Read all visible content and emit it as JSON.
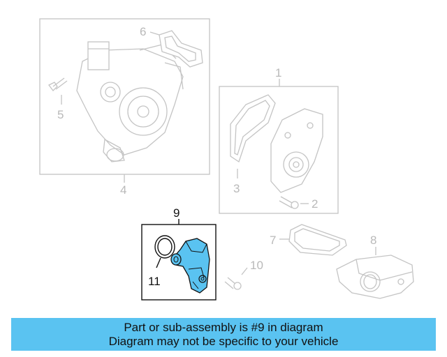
{
  "callouts": {
    "c1": "1",
    "c2": "2",
    "c3": "3",
    "c4": "4",
    "c5": "5",
    "c6": "6",
    "c7": "7",
    "c8": "8",
    "c9": "9",
    "c10": "10",
    "c11": "11"
  },
  "highlight_color": "#5ac3f1",
  "banner": {
    "line1": "Part or sub-assembly is #9 in diagram",
    "line2": "Diagram may not be specific to your vehicle"
  }
}
